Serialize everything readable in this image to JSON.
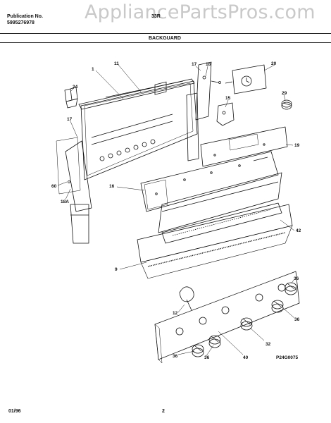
{
  "header": {
    "pub_label": "Publication No.",
    "pub_number": "5995276978",
    "model_fragment": "33R",
    "section_title": "BACKGUARD"
  },
  "watermark": "AppliancePartsPros.com",
  "callouts": {
    "c1": "1",
    "c11": "11",
    "c17a": "17",
    "c18a": "18",
    "c20": "20",
    "c24": "24",
    "c29": "29",
    "c15": "15",
    "c17b": "17",
    "c19": "19",
    "c16": "16",
    "c60": "60",
    "c18b": "18A",
    "c42": "42",
    "c9": "9",
    "c36a": "36",
    "c12": "12",
    "c36b": "36",
    "c32": "32",
    "c36c": "36",
    "c36d": "36",
    "c40": "40"
  },
  "drawing_code": "P24G0075",
  "footer": {
    "date": "01/96",
    "page": "2"
  },
  "colors": {
    "line": "#111111",
    "watermark": "#c9c9c9",
    "background": "#ffffff"
  }
}
